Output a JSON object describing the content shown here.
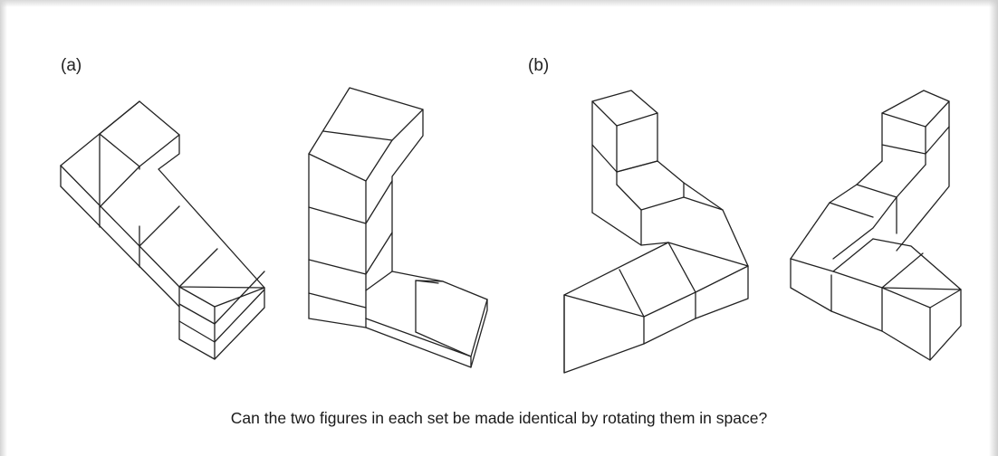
{
  "labels": {
    "set_a": "(a)",
    "set_b": "(b)"
  },
  "caption": "Can the two figures in each set be made identical by rotating them in space?",
  "colors": {
    "line": "#222222",
    "background": "#ffffff"
  }
}
